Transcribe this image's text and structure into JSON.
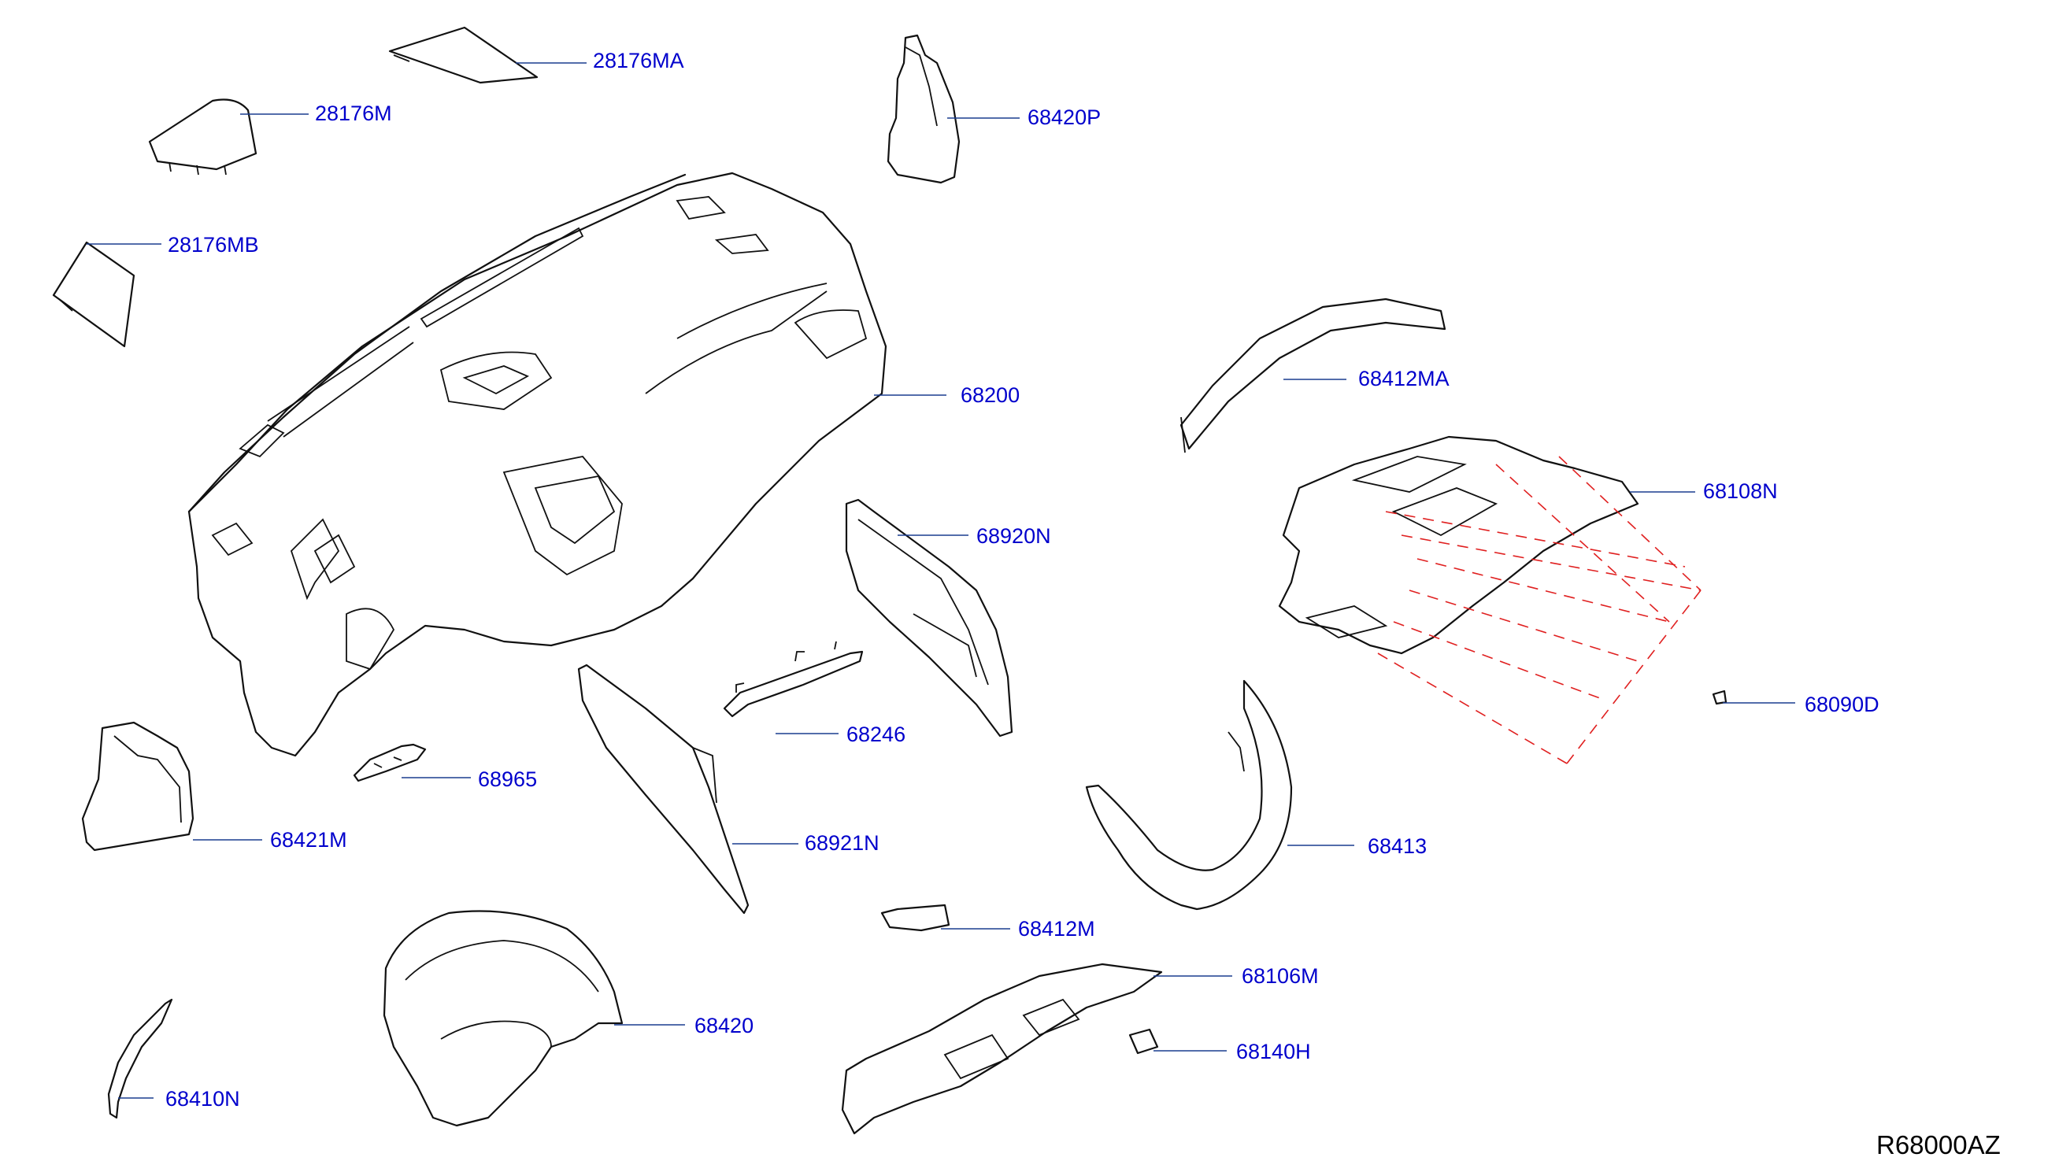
{
  "diagram": {
    "code": "R68000AZ",
    "colors": {
      "parts": "#111111",
      "leader": "#1a3d8f",
      "callout_text": "#0000cc",
      "dashed_guides": "#e02020"
    },
    "parts": [
      {
        "id": "p1",
        "label": "28176MA"
      },
      {
        "id": "p2",
        "label": "28176M"
      },
      {
        "id": "p3",
        "label": "28176MB"
      },
      {
        "id": "p4",
        "label": "68420P"
      },
      {
        "id": "p5",
        "label": "68200"
      },
      {
        "id": "p6",
        "label": "68412MA"
      },
      {
        "id": "p7",
        "label": "68108N"
      },
      {
        "id": "p8",
        "label": "68920N"
      },
      {
        "id": "p9",
        "label": "68090D"
      },
      {
        "id": "p10",
        "label": "68246"
      },
      {
        "id": "p11",
        "label": "68965"
      },
      {
        "id": "p12",
        "label": "68421M"
      },
      {
        "id": "p13",
        "label": "68921N"
      },
      {
        "id": "p14",
        "label": "68413"
      },
      {
        "id": "p15",
        "label": "68412M"
      },
      {
        "id": "p16",
        "label": "68106M"
      },
      {
        "id": "p17",
        "label": "68420"
      },
      {
        "id": "p18",
        "label": "68140H"
      },
      {
        "id": "p19",
        "label": "68410N"
      }
    ]
  }
}
